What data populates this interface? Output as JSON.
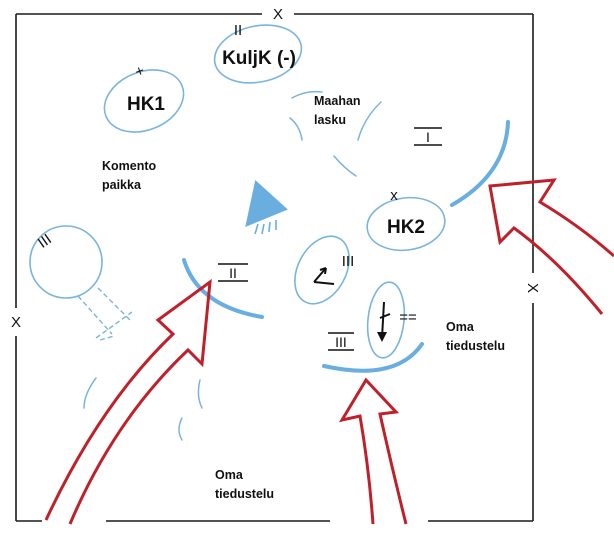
{
  "colors": {
    "frame": "#1a1a1a",
    "unit_line": "#7ab4dd",
    "unit_line_thick": "#6aaee0",
    "triangle_fill": "#6aaee0",
    "arrow": "#c0202a"
  },
  "icons": {
    "triangle": "command-triangle-icon",
    "arrow_diagonal": "up-right-arrow-icon",
    "arrow_down": "down-arrow-icon"
  },
  "frame_marks": {
    "top": "X",
    "left": "X",
    "right": "X"
  },
  "units": {
    "hk1": {
      "label": "HK1",
      "size_mark": "+"
    },
    "hk2": {
      "label": "HK2",
      "size_mark": "x"
    },
    "kuljk": {
      "label": "KuljK (-)",
      "size_mark": "II"
    },
    "lone_unit": {
      "size_mark": "III"
    },
    "center_unit": {
      "size_mark": "III"
    },
    "lower_unit": {
      "size_mark": "=="
    }
  },
  "sector_labels": {
    "first": "I",
    "second": "II",
    "third": "III"
  },
  "text_labels": {
    "komento_line1": "Komento",
    "komento_line2": "paikka",
    "maahan_line1": "Maahan",
    "maahan_line2": "lasku",
    "oma_right_line1": "Oma",
    "oma_right_line2": "tiedustelu",
    "oma_bottom_line1": "Oma",
    "oma_bottom_line2": "tiedustelu"
  }
}
